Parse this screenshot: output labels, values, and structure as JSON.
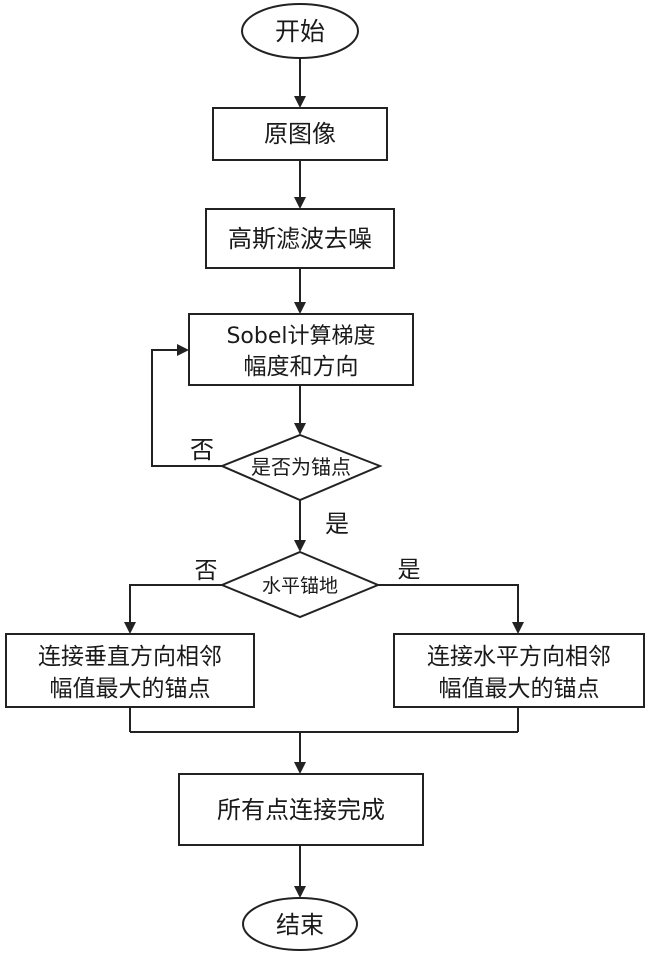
{
  "nodes": {
    "start": "开始",
    "original_image": "原图像",
    "gaussian_denoise": "高斯滤波去噪",
    "sobel_line1": "Sobel计算梯度",
    "sobel_line2": "幅度和方向",
    "is_anchor": "是否为锚点",
    "horizontal_anchor": "水平锚地",
    "connect_vertical_line1": "连接垂直方向相邻",
    "connect_vertical_line2": "幅值最大的锚点",
    "connect_horizontal_line1": "连接水平方向相邻",
    "connect_horizontal_line2": "幅值最大的锚点",
    "all_connected": "所有点连接完成",
    "end": "结束"
  },
  "edge_labels": {
    "anchor_no": "否",
    "anchor_yes": "是",
    "horizontal_no": "否",
    "horizontal_yes": "是"
  }
}
